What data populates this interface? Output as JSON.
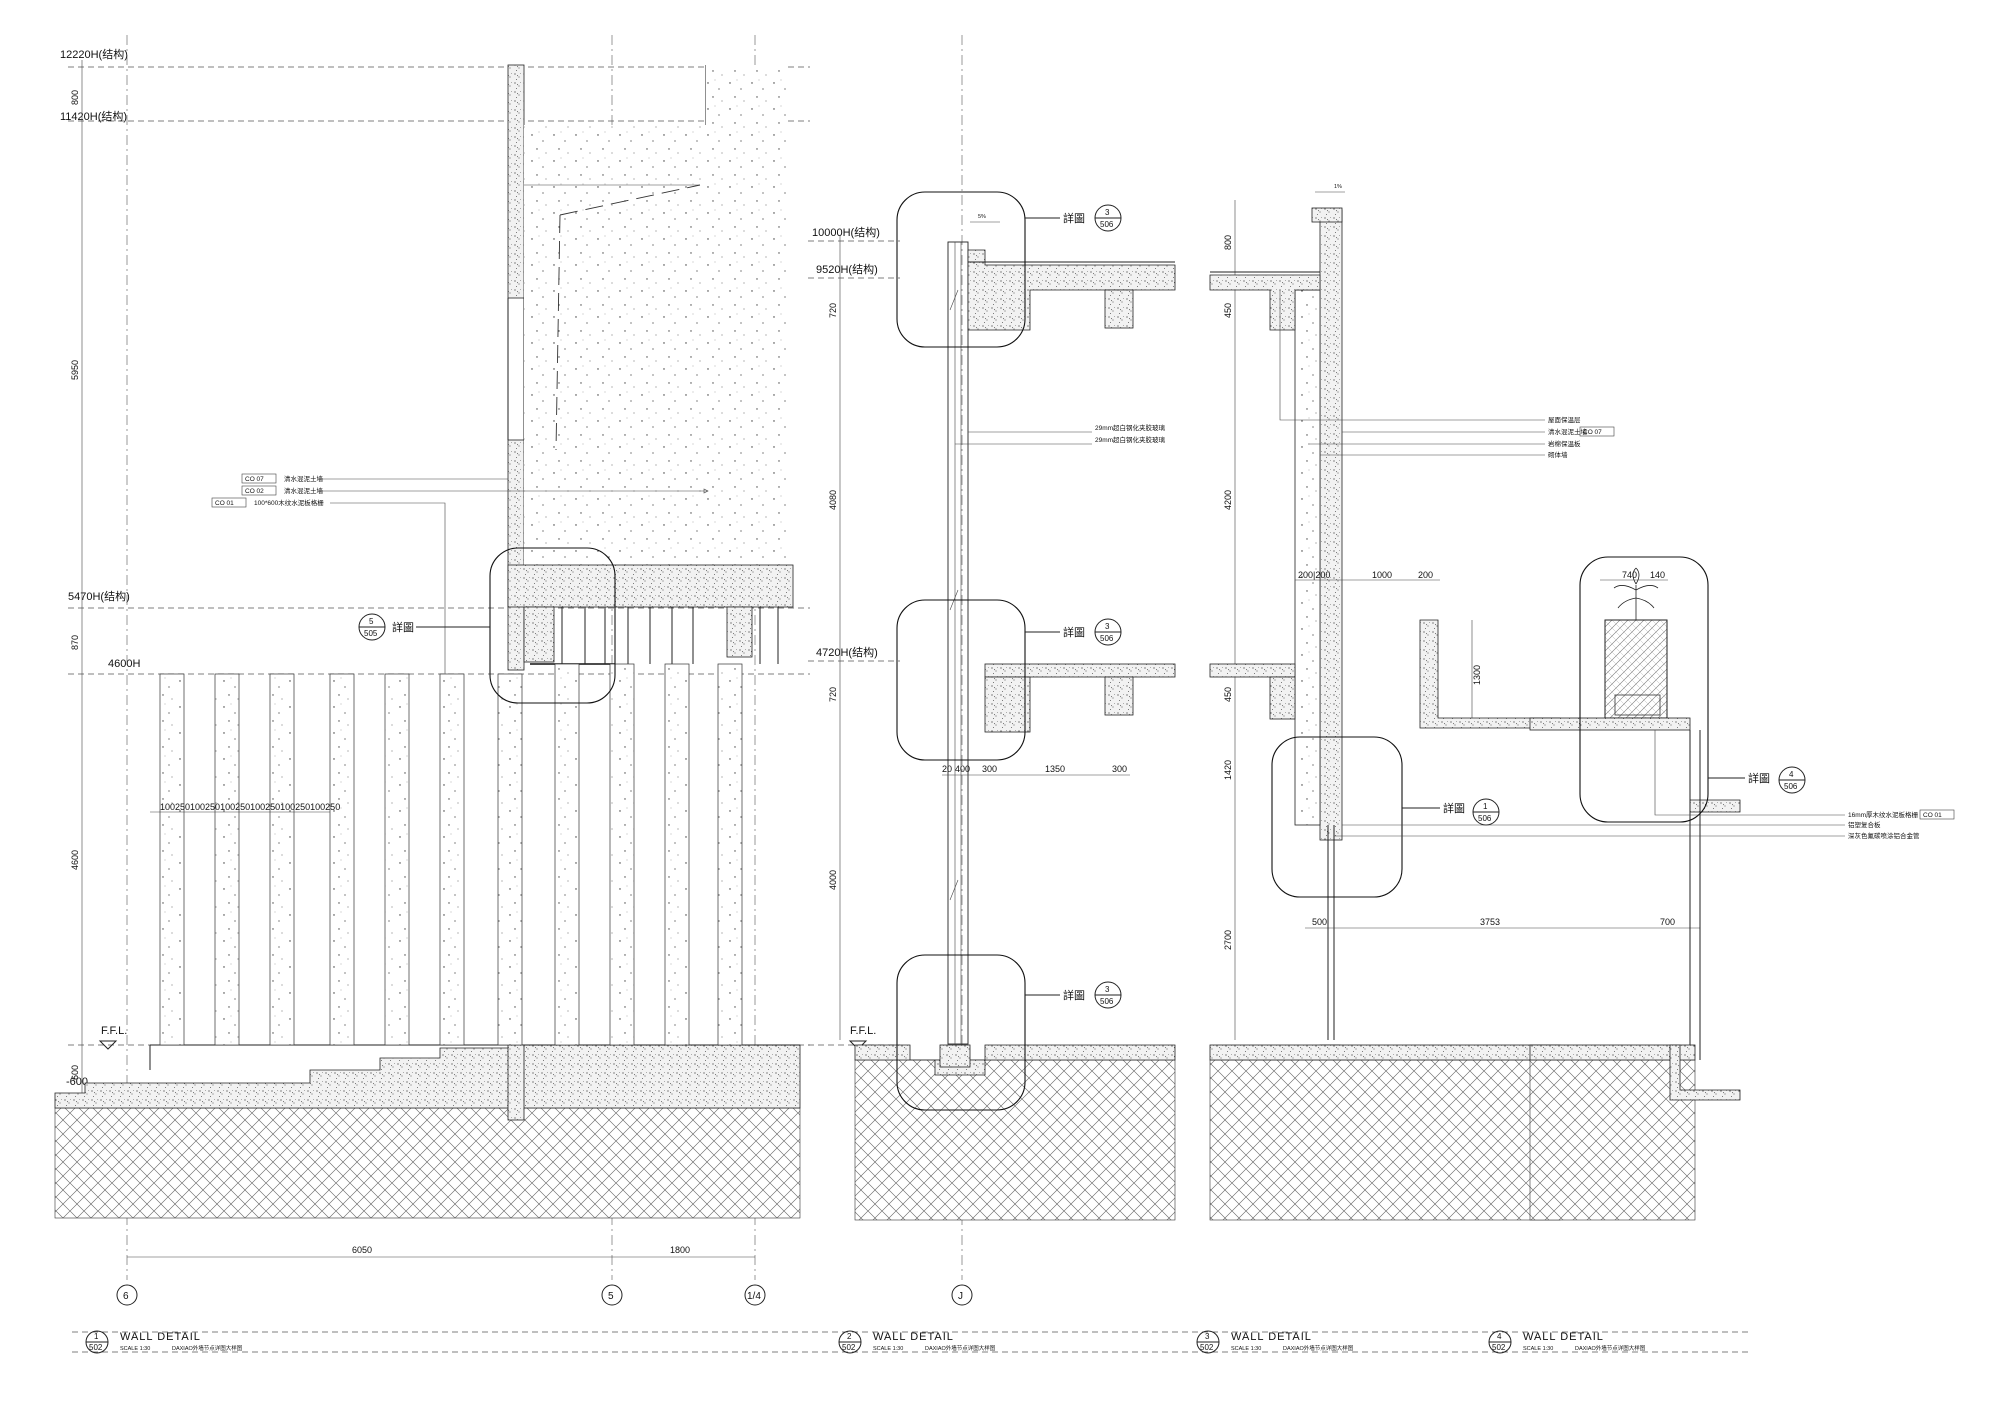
{
  "levels": {
    "l12220": "12220H(结构)",
    "l11420": "11420H(结构)",
    "l5470": "5470H(结构)",
    "l4600": "4600H",
    "ffl": "F.F.L.",
    "lm600": "-600",
    "l10000": "10000H(结构)",
    "l9520": "9520H(结构)",
    "l4720": "4720H(结构)"
  },
  "dims": {
    "d800": "800",
    "d5950": "5950",
    "d870": "870",
    "d4600": "4600",
    "d600": "600",
    "d6050": "6050",
    "d1800": "1800",
    "d720": "720",
    "d4080": "4080",
    "d4000": "4000",
    "d400": "400",
    "d300": "300",
    "d1350": "1350",
    "d300b": "300",
    "d20": "20",
    "d450": "450",
    "d4200": "4200",
    "d1420": "1420",
    "d2700": "2700",
    "d500": "500",
    "d3753": "3753",
    "d700": "700",
    "d200200": "200|200",
    "d1000": "1000",
    "d200": "200",
    "d1300": "1300",
    "d740": "740",
    "d140": "140",
    "d100": "100",
    "spacing": "100250100250100250100250100250100250"
  },
  "notes": {
    "co07a_tag": "CO 07",
    "co07a": "清水混泥土墙",
    "co02_tag": "CO 02",
    "co02": "清水混泥土墙",
    "co01_tag": "CO 01",
    "co01": "100*600木纹水泥板格栅",
    "glass1": "29mm超白钢化夹胶玻璃",
    "glass2": "29mm超白钢化夹胶玻璃",
    "w1": "屋面保温层",
    "w2": "清水混泥土墙",
    "w2_tag": "CO 07",
    "w3": "岩棉保温板",
    "w4": "砌体墙",
    "p1": "16mm厚木纹水泥板格栅",
    "p1_tag": "CO 01",
    "p2": "铝塑复合板",
    "p3": "深灰色氟碳喷涂铝合金管"
  },
  "callouts": {
    "label": "詳圖",
    "c1": {
      "num": "5",
      "sheet": "505"
    },
    "c2": {
      "num": "3",
      "sheet": "506"
    },
    "c3": {
      "num": "3",
      "sheet": "506"
    },
    "c4": {
      "num": "3",
      "sheet": "506"
    },
    "c5": {
      "num": "1",
      "sheet": "506"
    },
    "c6": {
      "num": "4",
      "sheet": "506"
    }
  },
  "slope": "1%",
  "slope2": "5%",
  "grid": {
    "g6": "6",
    "g5": "5",
    "g14": "1/4",
    "gJ": "J"
  },
  "titles": [
    {
      "num": "1",
      "sheet": "502",
      "title": "WALL DETAIL",
      "scale": "SCALE  1:30",
      "sub": "DAXIAO外墙节点详图大样图"
    },
    {
      "num": "2",
      "sheet": "502",
      "title": "WALL DETAIL",
      "scale": "SCALE  1:30",
      "sub": "DAXIAO外墙节点详图大样图"
    },
    {
      "num": "3",
      "sheet": "502",
      "title": "WALL DETAIL",
      "scale": "SCALE  1:30",
      "sub": "DAXIAO外墙节点详图大样图"
    },
    {
      "num": "4",
      "sheet": "502",
      "title": "WALL DETAIL",
      "scale": "SCALE  1:30",
      "sub": "DAXIAO外墙节点详图大样图"
    }
  ]
}
